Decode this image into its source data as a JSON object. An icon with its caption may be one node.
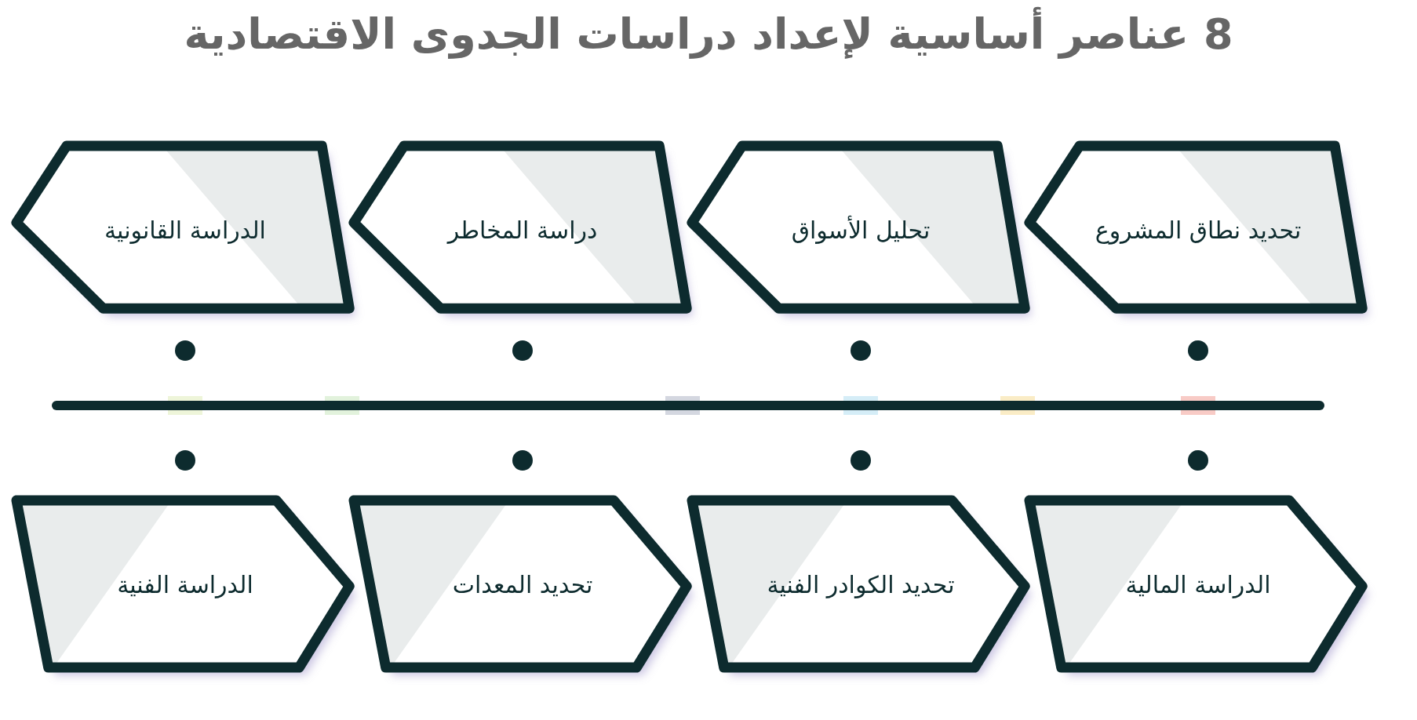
{
  "diagram": {
    "title": "8 عناصر أساسية لإعداد دراسات الجدوى الاقتصادية",
    "nodes": [
      {
        "text": [
          "تحديد نطاق المشروع"
        ]
      },
      {
        "text": [
          "تحليل الأسواق"
        ]
      },
      {
        "text": [
          "دراسة المخاطر"
        ]
      },
      {
        "text": [
          "الدراسة القانونية"
        ]
      },
      {
        "text": [
          "الدراسة المالية"
        ]
      },
      {
        "text": [
          "تحديد الكوادر الفنية"
        ]
      },
      {
        "text": [
          "تحديد المعدات"
        ]
      },
      {
        "text": [
          "الدراسة الفنية"
        ]
      }
    ],
    "edges": []
  }
}
